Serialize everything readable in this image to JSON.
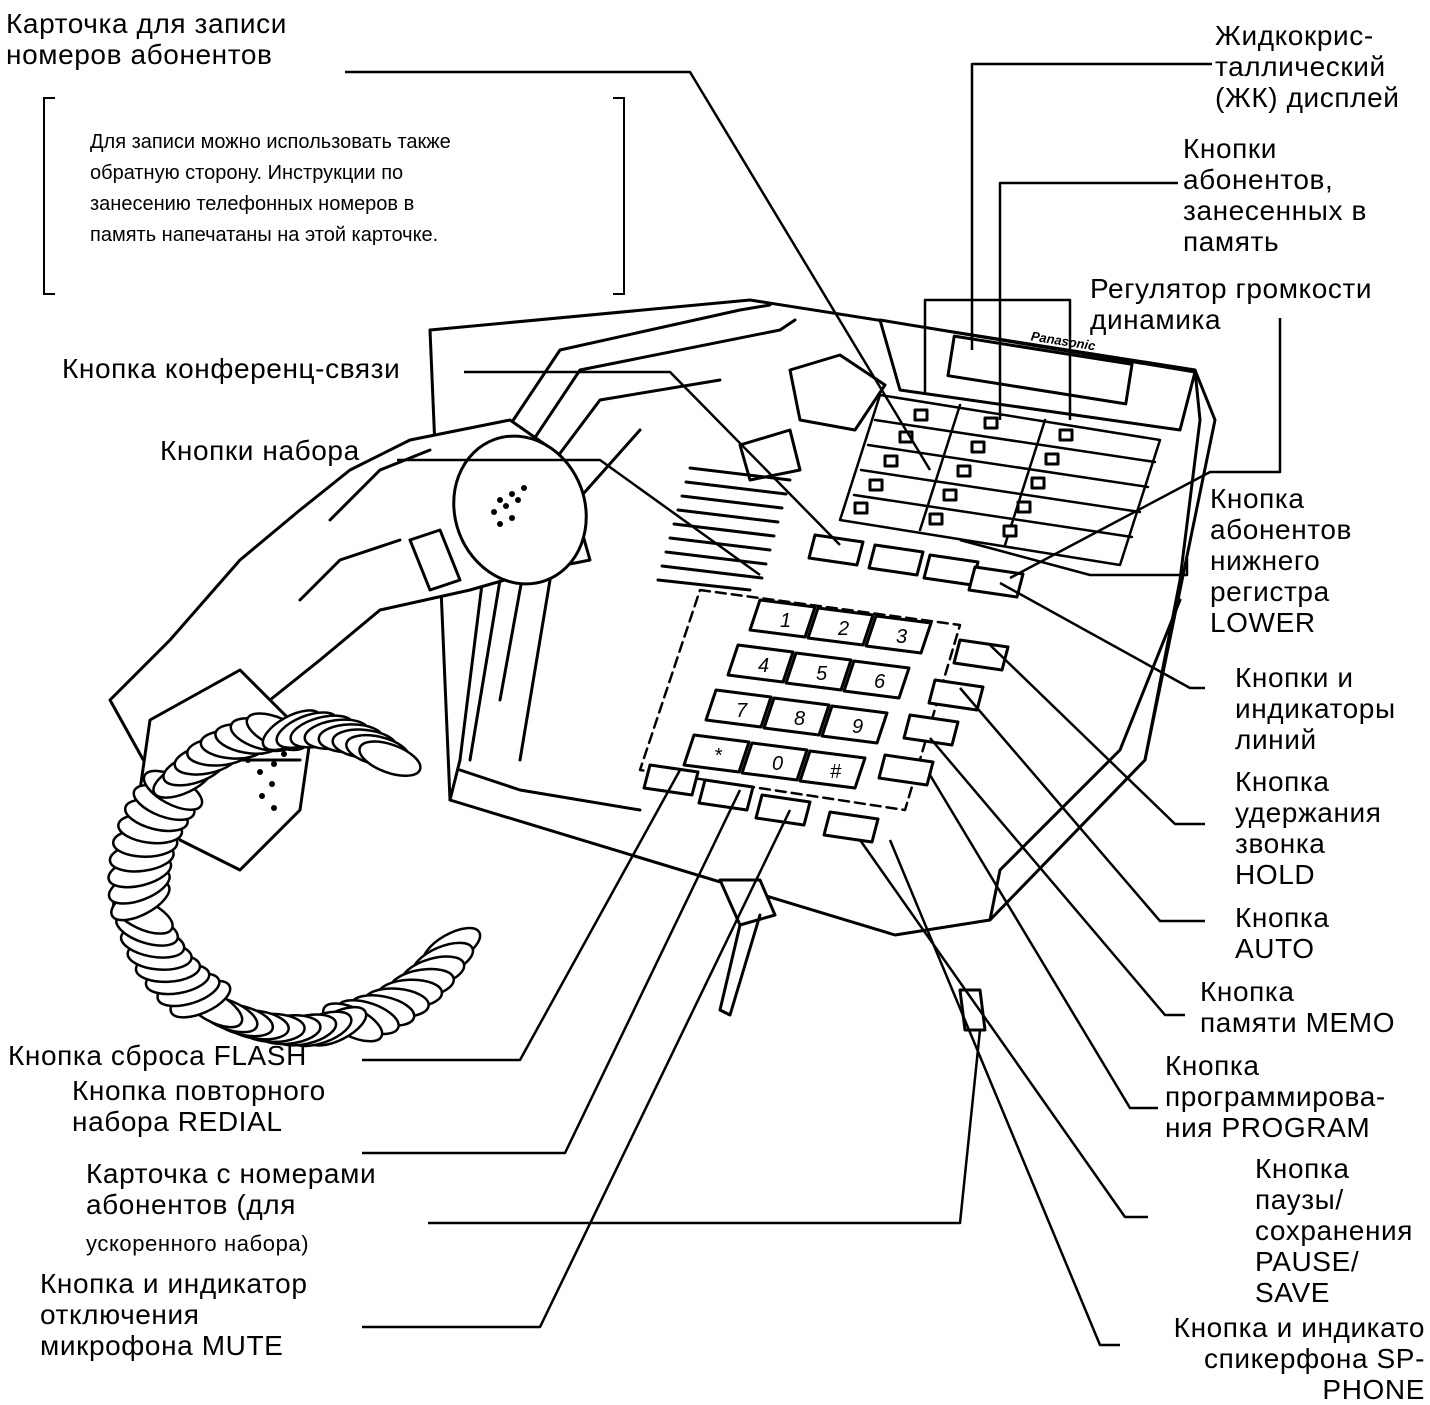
{
  "labels": {
    "card_record": "Карточка для записи\nномеров абонентов",
    "card_note": "Для записи можно использовать также\nобратную сторону. Инструкции по\nзанесению телефонных номеров в\nпамять напечатаны на этой карточке.",
    "lcd": "Жидкокрис-\nталлический\n(ЖК) дисплей",
    "memory_buttons": "Кнопки\nабонентов,\nзанесенных в\nпамять",
    "volume": "Регулятор громкости\nдинамика",
    "conference": "Кнопка конференц-связи",
    "dial_buttons": "Кнопки набора",
    "lower": "Кнопка\nабонентов\nнижнего\nрегистра\nLOWER",
    "lines": "Кнопки и\nиндикаторы\nлиний",
    "hold": "Кнопка\nудержания\nзвонка\nHOLD",
    "auto": "Кнопка\nAUTO",
    "memo": "Кнопка\nпамяти MEMO",
    "flash": "Кнопка сброса FLASH",
    "redial": "Кнопка повторного\nнабора REDIAL",
    "program": "Кнопка\nпрограммирова-\nния PROGRAM",
    "speed_card_1": "Карточка с номерами\nабонентов (для",
    "speed_card_2": "ускоренного набора)",
    "pause": "Кнопка\nпаузы/\nсохранения\nPAUSE/\nSAVE",
    "mute": "Кнопка и индикатор\nотключения\nмикрофона MUTE",
    "spphone": "Кнопка и индикато\nспикерфона SP-\nPHONE"
  },
  "phone": {
    "brand": "Panasonic",
    "keys": [
      "1",
      "2",
      "3",
      "4",
      "5",
      "6",
      "7",
      "8",
      "9",
      "*",
      "0",
      "#"
    ]
  }
}
